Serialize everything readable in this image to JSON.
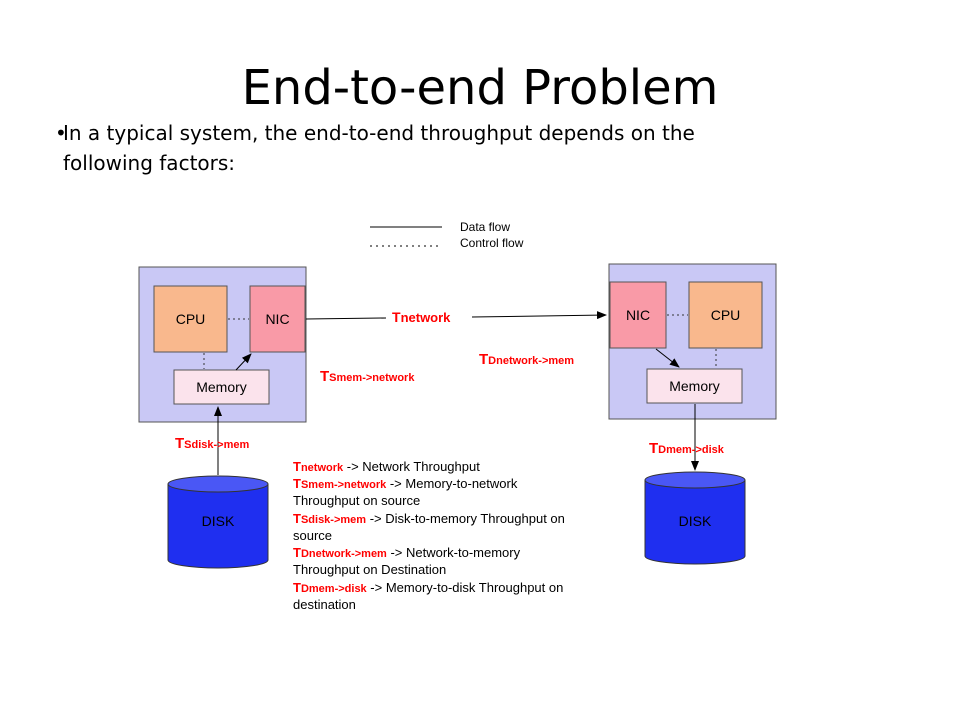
{
  "slide": {
    "title": "End-to-end Problem",
    "bullet_marker": "•",
    "bullet_line1": "In a typical system, the end-to-end throughput depends on the",
    "bullet_line2": "following factors:"
  },
  "diagram": {
    "legend": {
      "data_flow": "Data flow",
      "control_flow": "Control flow"
    },
    "source": {
      "cpu": "CPU",
      "nic": "NIC",
      "memory": "Memory",
      "disk": "DISK"
    },
    "destination": {
      "nic": "NIC",
      "cpu": "CPU",
      "memory": "Memory",
      "disk": "DISK"
    },
    "labels": {
      "t_network": {
        "main": "T",
        "sub": "network"
      },
      "ts_mem_network": {
        "main": "T",
        "sub": "Smem->network"
      },
      "ts_disk_mem": {
        "main": "T",
        "sub": "Sdisk->mem"
      },
      "td_network_mem": {
        "main": "T",
        "sub": "Dnetwork->mem"
      },
      "td_mem_disk": {
        "main": "T",
        "sub": "Dmem->disk"
      }
    },
    "key": [
      {
        "main": "T",
        "sub": "network",
        "desc": " -> Network Throughput"
      },
      {
        "main": "T",
        "sub": "Smem->network",
        "desc": " -> Memory-to-network"
      },
      {
        "main": "",
        "sub": "",
        "desc": "Throughput on source"
      },
      {
        "main": "T",
        "sub": "Sdisk->mem",
        "desc": " -> Disk-to-memory Throughput on"
      },
      {
        "main": "",
        "sub": "",
        "desc": "source"
      },
      {
        "main": "T",
        "sub": "Dnetwork->mem",
        "desc": " -> Network-to-memory"
      },
      {
        "main": "",
        "sub": "",
        "desc": "Throughput on Destination"
      },
      {
        "main": "T",
        "sub": "Dmem->disk",
        "desc": " -> Memory-to-disk Throughput on"
      },
      {
        "main": "",
        "sub": "",
        "desc": "destination"
      }
    ],
    "colors": {
      "host_bg": "#c9c8f5",
      "cpu": "#f9b88d",
      "nic": "#f99aa7",
      "memory": "#fbe3ec",
      "disk": "#1f2ff0",
      "label_red": "#ff0000"
    }
  }
}
